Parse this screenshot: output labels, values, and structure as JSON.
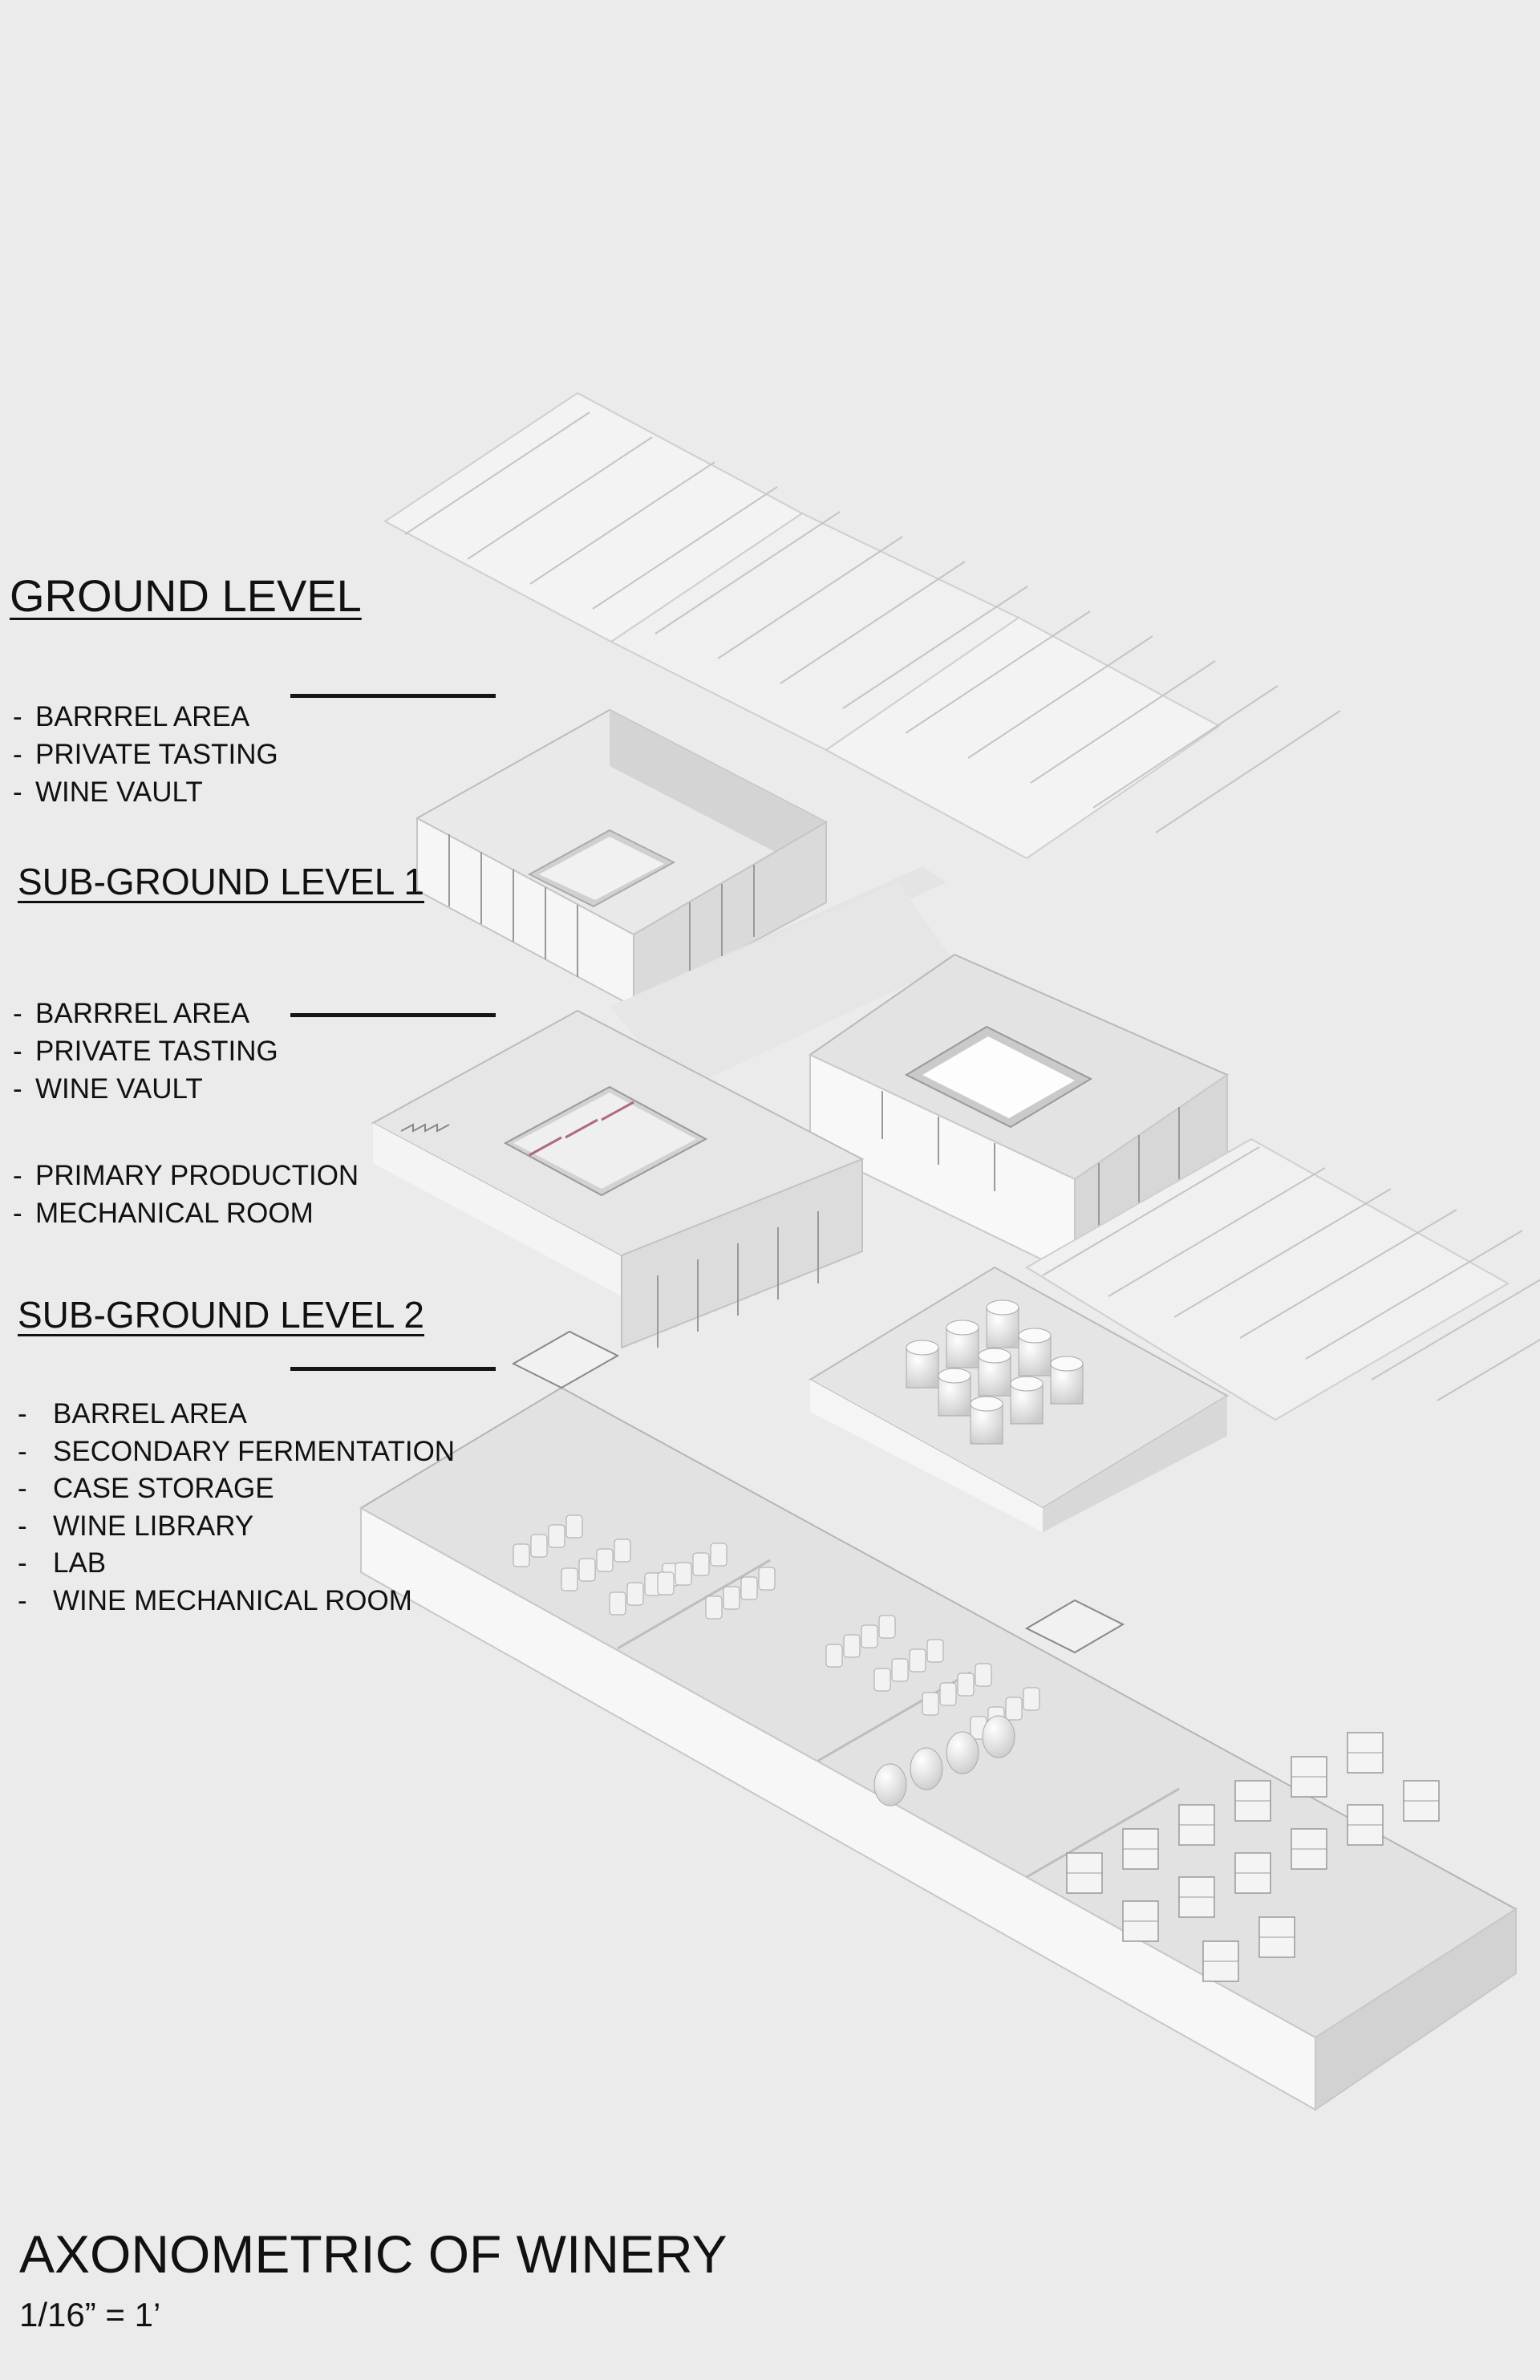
{
  "levels": [
    {
      "title": "GROUND LEVEL",
      "items": [
        "BARRREL AREA",
        "PRIVATE TASTING",
        "WINE VAULT"
      ]
    },
    {
      "title": "SUB-GROUND LEVEL 1",
      "items": [
        "BARRREL AREA",
        "PRIVATE TASTING",
        "WINE VAULT"
      ],
      "items_b": [
        "PRIMARY PRODUCTION",
        "MECHANICAL ROOM"
      ]
    },
    {
      "title": "SUB-GROUND LEVEL 2",
      "items": [
        "BARREL AREA",
        "SECONDARY FERMENTATION",
        "CASE STORAGE",
        "WINE LIBRARY",
        "LAB",
        "WINE MECHANICAL ROOM"
      ]
    }
  ],
  "dash": "-",
  "drawing": {
    "title": "AXONOMETRIC OF WINERY",
    "scale": "1/16” = 1’"
  },
  "colors": {
    "background": "#ebebeb",
    "model_light": "#fafafa",
    "model_mid": "#dedede",
    "model_dark": "#b9b9b9",
    "ink": "#111111"
  }
}
